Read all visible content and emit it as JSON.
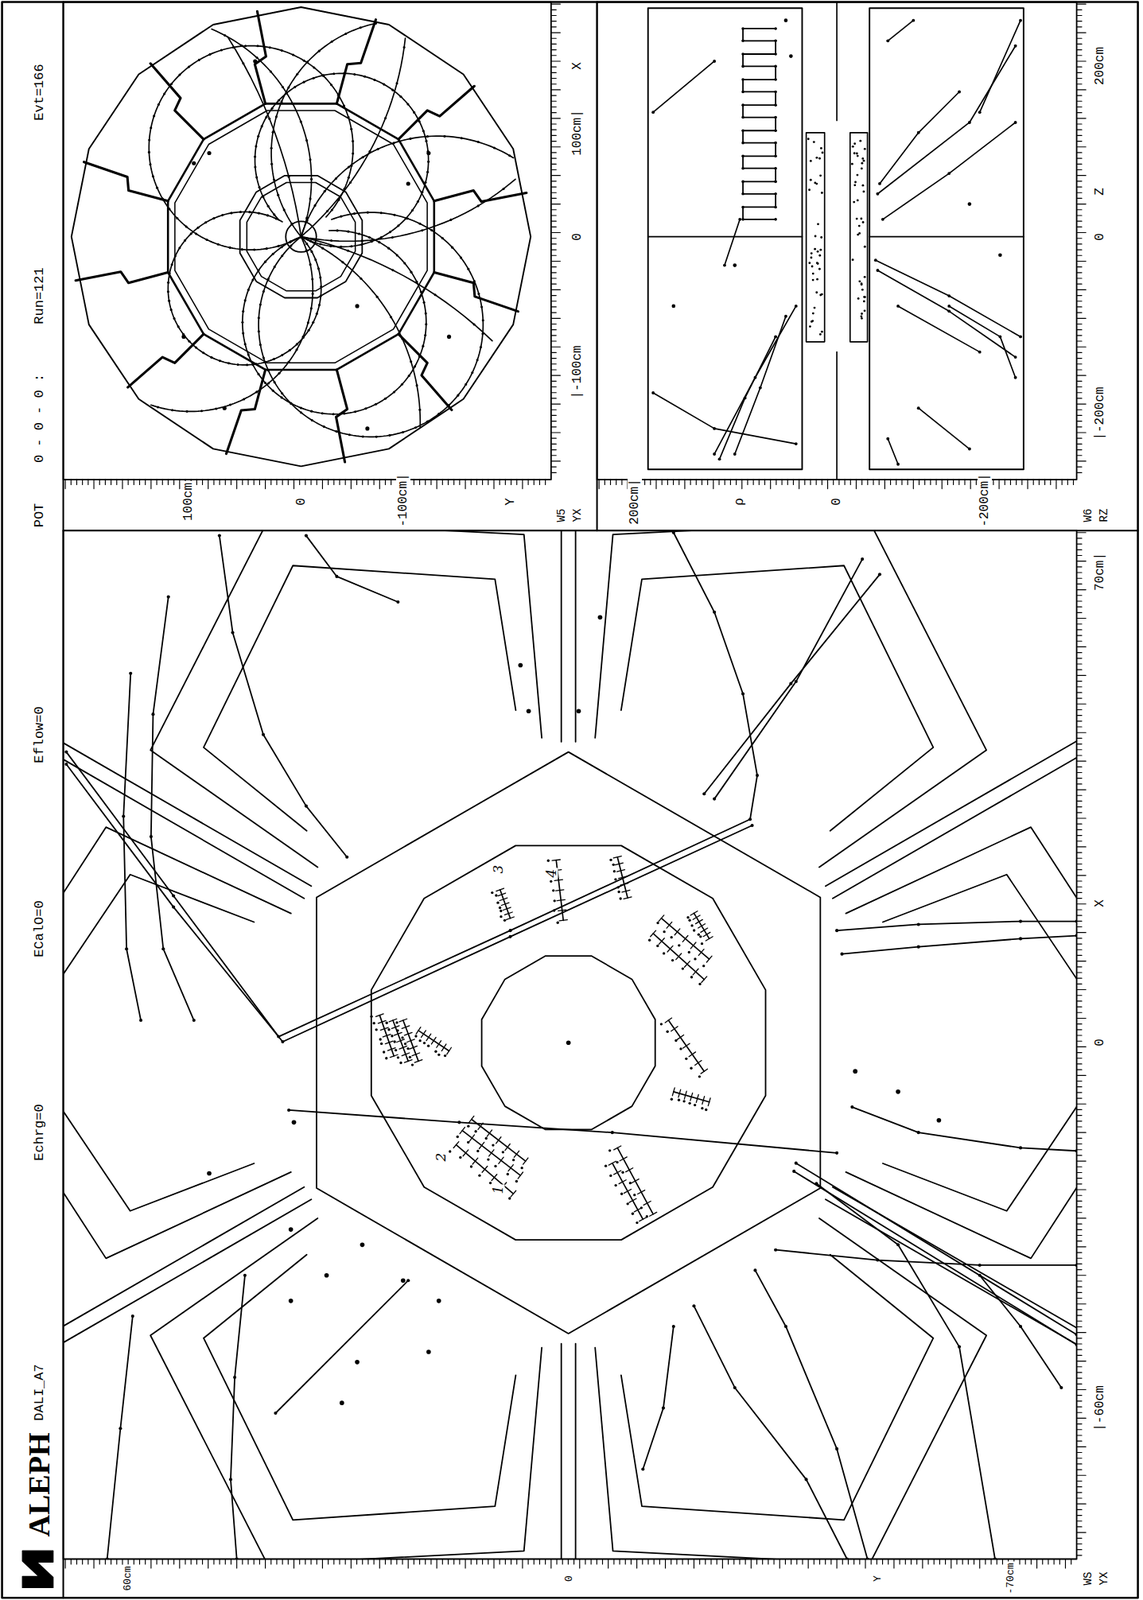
{
  "diagram": {
    "labels": [
      "ALEPH",
      "DALI_A7",
      "Echrg=0",
      "ECalO=0",
      "Eflow=0",
      "POT",
      "0 - 0 - 0 :",
      "Run=121",
      "Evt=166",
      "|-100cm",
      "0",
      "100cm|",
      "X",
      "100cm",
      "0",
      "-100cm|",
      "Y",
      "W5",
      "YX",
      "|-200cm",
      "0",
      "Z",
      "200cm",
      "200cm|",
      "ρ",
      "0",
      "-200cm|",
      "W6",
      "RZ",
      "|-60cm",
      "0",
      "X",
      "70cm|",
      "60cm",
      "0",
      "Y",
      "-70cm",
      "WS",
      "YX",
      "1",
      "2",
      "3",
      "4"
    ]
  }
}
